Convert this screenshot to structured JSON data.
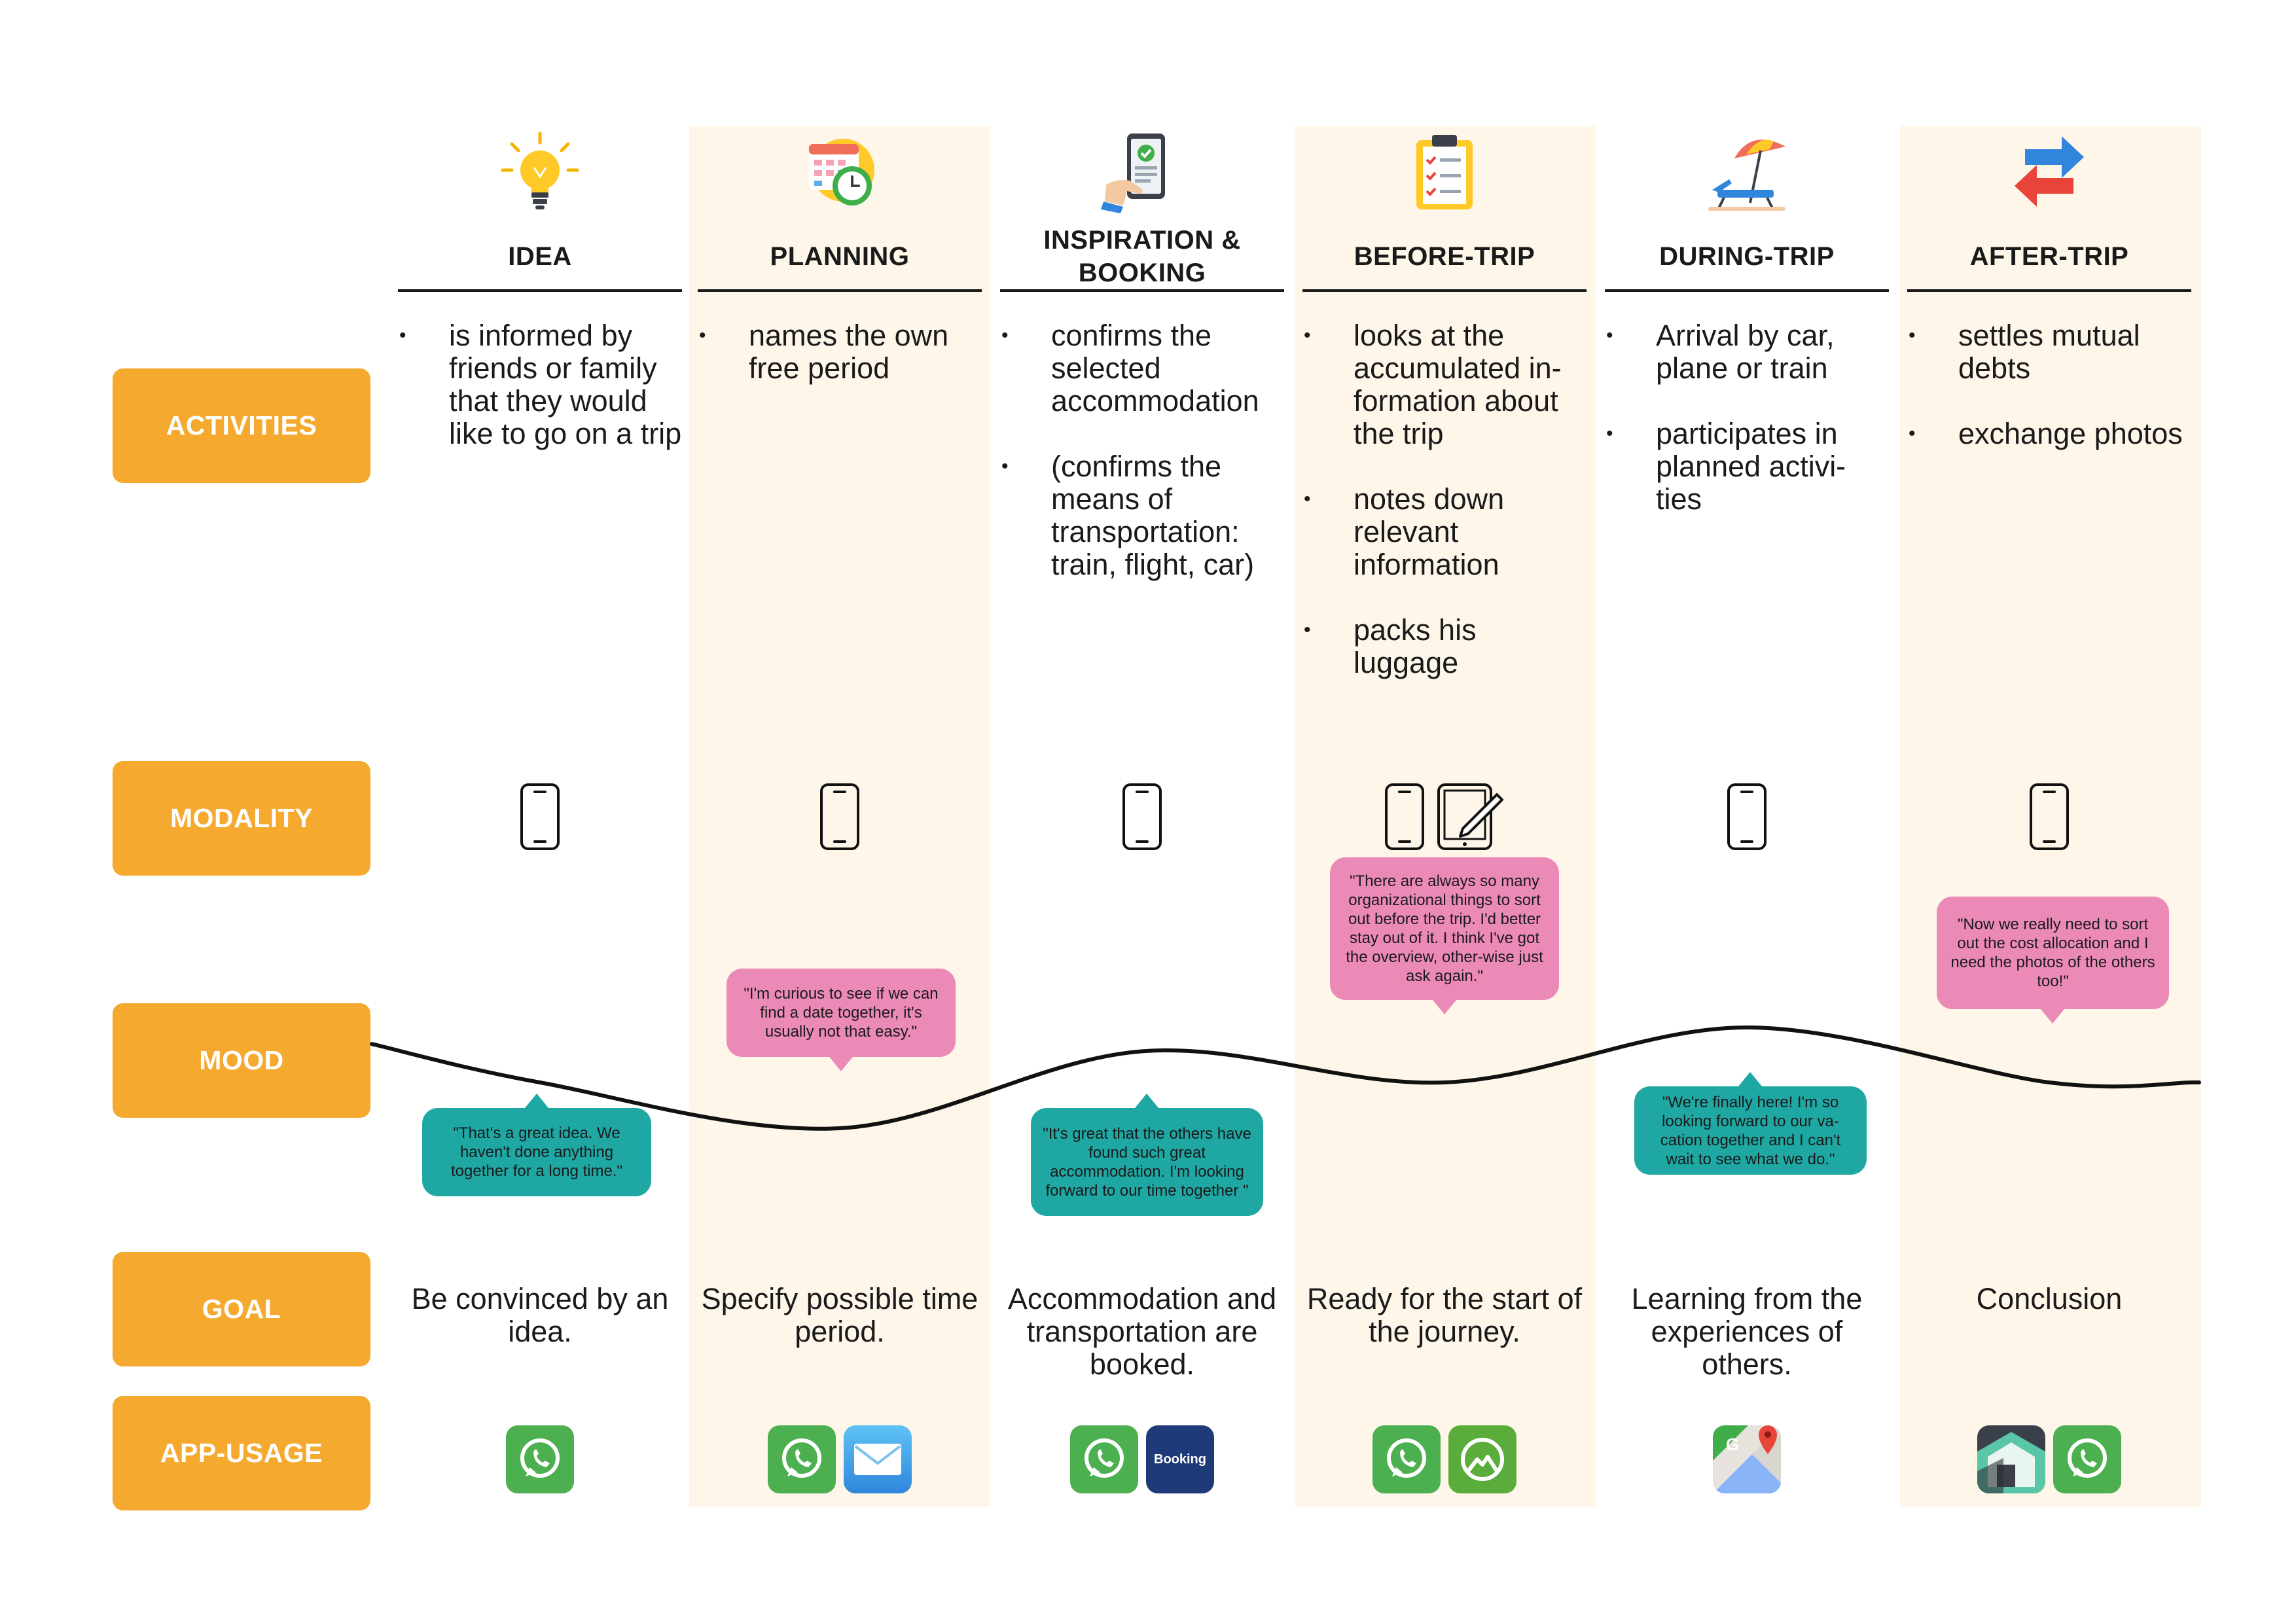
{
  "row_labels": {
    "activities": "ACTIVITIES",
    "modality": "MODALITY",
    "mood": "MOOD",
    "goal": "GOAL",
    "app_usage": "APP-USAGE"
  },
  "phases": [
    {
      "title": "IDEA",
      "icon": "lightbulb-icon",
      "activities": [
        "is informed by friends or family that they would like to go on a trip"
      ],
      "modality": [
        "smartphone-icon"
      ],
      "goal": "Be convinced by an idea.",
      "apps": [
        "whatsapp-icon"
      ],
      "quote": "\"That's a great idea. We haven't done anything together for a long time.\"",
      "quote_color": "teal",
      "mood": 0.45
    },
    {
      "title": "PLANNING",
      "icon": "calendar-clock-icon",
      "activities": [
        "names the own free period"
      ],
      "modality": [
        "smartphone-icon"
      ],
      "goal": "Specify possible time period.",
      "apps": [
        "whatsapp-icon",
        "mail-icon"
      ],
      "quote": "\"I'm curious to see if we can find a date together, it's usually not that easy.\"",
      "quote_color": "pink",
      "mood": 0.2
    },
    {
      "title": "INSPIRATION & BOOKING",
      "icon": "phone-checkmark-icon",
      "activities": [
        "confirms the selected accommodation",
        "(confirms the means of transportation: train, flight, car)"
      ],
      "modality": [
        "smartphone-icon"
      ],
      "goal": "Accommodation and transportation are booked.",
      "apps": [
        "whatsapp-icon",
        "booking-icon"
      ],
      "booking_label": "Booking",
      "quote": "\"It's great that the others have found such great accommodation. I'm looking forward to our time together \"",
      "quote_color": "teal",
      "mood": 0.62
    },
    {
      "title": "BEFORE-TRIP",
      "icon": "clipboard-checklist-icon",
      "activities": [
        "looks at the accumulated in-formation about the trip",
        "notes down relevant information",
        "packs his luggage"
      ],
      "modality": [
        "smartphone-icon",
        "tablet-pen-icon"
      ],
      "goal": "Ready for the start of the journey.",
      "apps": [
        "whatsapp-icon",
        "komoot-icon"
      ],
      "quote": "\"There are always so many organizational things to sort out before the trip. I'd better stay out of it. I think I've got the overview, other-wise just ask again.\"",
      "quote_color": "pink",
      "mood": 0.45
    },
    {
      "title": "DURING-TRIP",
      "icon": "beach-lounger-icon",
      "activities": [
        "Arrival by car, plane or train",
        "participates in planned activi-ties"
      ],
      "modality": [
        "smartphone-icon"
      ],
      "goal": "Learning from the experiences of others.",
      "apps": [
        "google-maps-icon"
      ],
      "quote": "\"We're finally here! I'm so looking forward to our va-cation together and I can't wait to see what we do.\"",
      "quote_color": "teal",
      "mood": 0.75
    },
    {
      "title": "AFTER-TRIP",
      "icon": "exchange-arrows-icon",
      "activities": [
        "settles mutual debts",
        "exchange photos"
      ],
      "modality": [
        "smartphone-icon"
      ],
      "goal": "Conclusion",
      "apps": [
        "splitwise-icon",
        "whatsapp-icon"
      ],
      "quote": "\"Now we really need to sort out the cost allocation and I need the photos of the others too!\"",
      "quote_color": "pink",
      "mood": 0.45
    }
  ],
  "colors": {
    "label_orange": "#f5a92e",
    "column_tint": "#fef6e9",
    "bubble_pink": "#ec8ab7",
    "bubble_teal": "#1fa7a4",
    "whatsapp_green": "#4caf50",
    "booking_navy": "#1e3a78"
  }
}
